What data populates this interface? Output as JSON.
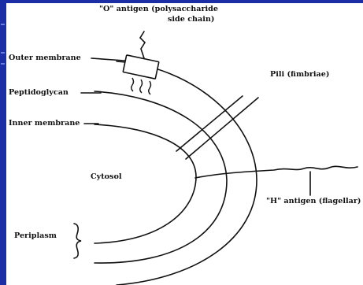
{
  "diagram": {
    "labels": {
      "o_antigen_line1": "\"O\" antigen (polysaccharide",
      "o_antigen_line2": "side chain)",
      "outer_membrane": "Outer membrane",
      "peptidoglycan": "Peptidoglycan",
      "inner_membrane": "Inner membrane",
      "cytosol": "Cytosol",
      "pili": "Pili (fimbriae)",
      "h_antigen": "\"H\" antigen (flagellar)",
      "periplasm": "Periplasm"
    },
    "colors": {
      "slide_background": "#1c2ea5",
      "panel_background": "#ffffff",
      "ink": "#111111"
    }
  }
}
